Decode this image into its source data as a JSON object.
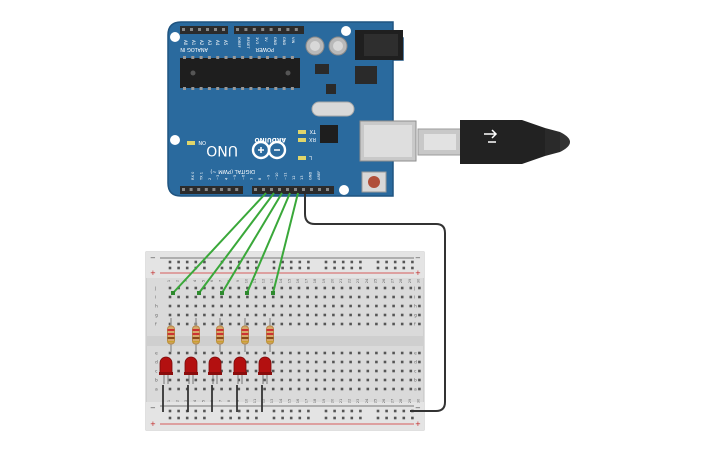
{
  "board": {
    "model": "UNO",
    "brand": "ARDUINO",
    "digital_label": "DIGITAL (PWM ~)",
    "analog_label": "ANALOG IN",
    "power_label": "POWER",
    "analog_pins": [
      "A0",
      "A1",
      "A2",
      "A3",
      "A4",
      "A5"
    ],
    "power_pins": [
      "IOREF",
      "RESET",
      "3V3",
      "5V",
      "GND",
      "GND",
      "VIN"
    ],
    "digital_pins": [
      "AREF",
      "GND",
      "13",
      "12",
      "~11",
      "~10",
      "~9",
      "8",
      "7",
      "~6",
      "~5",
      "4",
      "~3",
      "2",
      "TX 1",
      "RX 0"
    ],
    "led_labels": {
      "on": "ON",
      "tx": "TX",
      "rx": "RX",
      "l": "L"
    },
    "colors": {
      "board": "#2a6a9e",
      "header": "#2b2b2b",
      "chip": "#1e1e1e"
    }
  },
  "usb_cable": {
    "colors": {
      "plug": "#c8c8c8",
      "housing": "#222222"
    }
  },
  "breadboard": {
    "columns": [
      "1",
      "2",
      "3",
      "4",
      "5",
      "6",
      "7",
      "8",
      "9",
      "10",
      "11",
      "12",
      "13",
      "14",
      "15",
      "16",
      "17",
      "18",
      "19",
      "20",
      "21",
      "22",
      "23",
      "24",
      "25",
      "26",
      "27",
      "28",
      "29",
      "30"
    ],
    "rows_top": [
      "j",
      "i",
      "h",
      "g",
      "f"
    ],
    "rows_bottom": [
      "e",
      "d",
      "c",
      "b",
      "a"
    ],
    "rail_plus": "+",
    "rail_minus": "−"
  },
  "components": {
    "resistor_count": 5,
    "led_count": 5,
    "led_color": "#b31010",
    "wire_signal_color": "#3aa83a",
    "wire_ground_color": "#333333"
  }
}
